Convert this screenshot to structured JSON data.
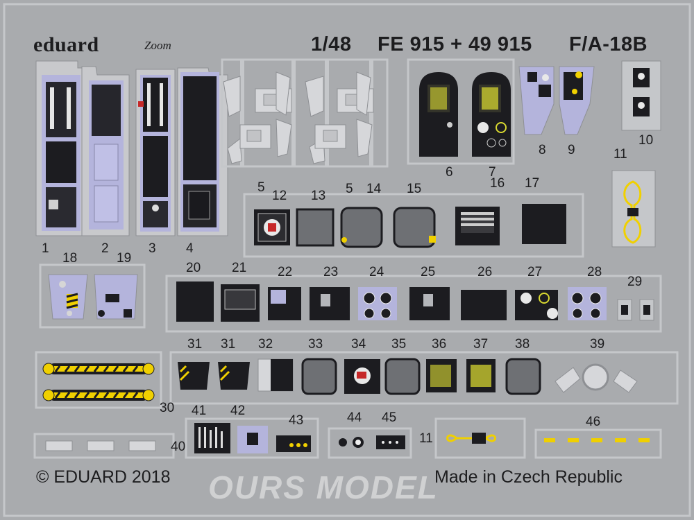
{
  "brand": {
    "logo": "eduard",
    "sub_brand": "Zoom"
  },
  "header": {
    "scale": "1/48",
    "set_code": "FE 915 + 49 915",
    "model": "F/A-18B"
  },
  "footer": {
    "copyright": "© EDUARD 2018",
    "origin": "Made in Czech Republic"
  },
  "watermark": "OURS MODEL",
  "parts": {
    "p1": "1",
    "p2": "2",
    "p3": "3",
    "p4": "4",
    "p5a": "5",
    "p5b": "5",
    "p6": "6",
    "p7": "7",
    "p8": "8",
    "p9": "9",
    "p10": "10",
    "p11a": "11",
    "p11b": "11",
    "p12": "12",
    "p13": "13",
    "p14": "14",
    "p15": "15",
    "p16": "16",
    "p17": "17",
    "p18": "18",
    "p19": "19",
    "p20": "20",
    "p21": "21",
    "p22": "22",
    "p23": "23",
    "p24": "24",
    "p25": "25",
    "p26": "26",
    "p27": "27",
    "p28": "28",
    "p29": "29",
    "p30": "30",
    "p31a": "31",
    "p31b": "31",
    "p32": "32",
    "p33": "33",
    "p34": "34",
    "p35": "35",
    "p36": "36",
    "p37": "37",
    "p38": "38",
    "p39": "39",
    "p40": "40",
    "p41": "41",
    "p42": "42",
    "p43": "43",
    "p44": "44",
    "p45": "45",
    "p46": "46"
  },
  "colors": {
    "fret": "#a9abae",
    "frame": "#c5c7ca",
    "panel_gray": "#b4b6ba",
    "lavender": "#b4b4dc",
    "instrument_black": "#1c1c20",
    "hazard_yellow": "#f0d000",
    "display_green": "#c8c830"
  }
}
